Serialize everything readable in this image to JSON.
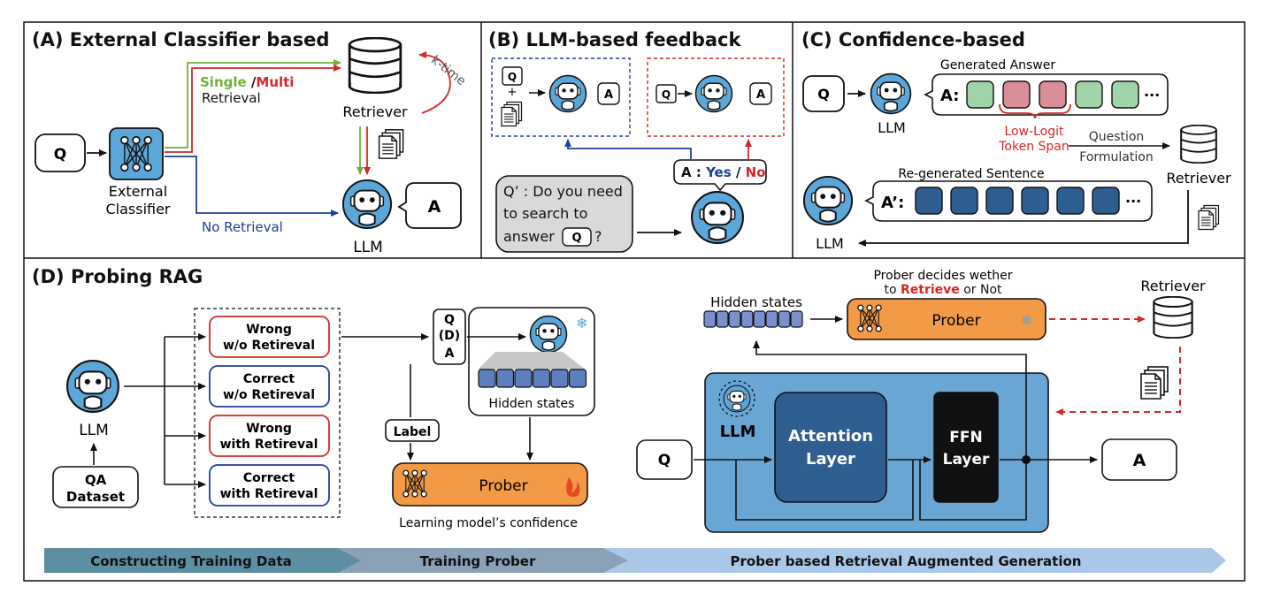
{
  "panel_a": {
    "title": "(A) External Classifier based",
    "q": "Q",
    "classifier": [
      "External",
      "Classifier"
    ],
    "single": "Single",
    "slash": " /",
    "multi": "Multi",
    "retrieval": "Retrieval",
    "retriever": "Retriever",
    "k_time": "k-time",
    "no_retrieval": "No Retrieval",
    "llm": "LLM",
    "a": "A"
  },
  "panel_b": {
    "title": "(B) LLM-based feedback",
    "q": "Q",
    "plus": "+",
    "a": "A",
    "ans_a": "A",
    "colon": " : ",
    "yes": "Yes",
    "slash": " / ",
    "no": "No",
    "question_lines": [
      "Q’ : Do you need",
      "to search to",
      "answer"
    ],
    "question_tail": "?"
  },
  "panel_c": {
    "title": "(C) Confidence-based",
    "q": "Q",
    "llm": "LLM",
    "generated": "Generated Answer",
    "a_label": "A:",
    "low_logit": [
      "Low-Logit",
      "Token Span"
    ],
    "question_formulation": [
      "Question",
      "Formulation"
    ],
    "retriever": "Retriever",
    "regenerated": "Re-generated Sentence",
    "a_prime": "A’:",
    "ellipsis": "···",
    "llm2": "LLM"
  },
  "panel_d": {
    "title": "(D) Probing RAG",
    "llm": "LLM",
    "qa_dataset": [
      "QA",
      "Dataset"
    ],
    "data_boxes": [
      {
        "lines": [
          "Wrong",
          "w/o Retireval"
        ],
        "color": "#d62728"
      },
      {
        "lines": [
          "Correct",
          "w/o Retireval"
        ],
        "color": "#1f3f99"
      },
      {
        "lines": [
          "Wrong",
          "with Retireval"
        ],
        "color": "#d62728"
      },
      {
        "lines": [
          "Correct",
          "with Retireval"
        ],
        "color": "#1f3f99"
      }
    ],
    "qda": [
      "Q",
      "(D)",
      "A"
    ],
    "hidden_states": "Hidden states",
    "label": "Label",
    "prober": "Prober",
    "learning": "Learning model’s confidence",
    "hidden_states_right": "Hidden states",
    "prober_decides_1": "Prober decides wether",
    "prober_decides_2a": "to ",
    "prober_decides_2b": "Retrieve",
    "prober_decides_2c": " or Not",
    "retriever": "Retriever",
    "prober_right": "Prober",
    "llm_inner": "LLM",
    "attention": [
      "Attention",
      "Layer"
    ],
    "ffn": [
      "FFN",
      "Layer"
    ],
    "q": "Q",
    "a": "A"
  },
  "bottom_bar": {
    "segments": [
      "Constructing Training Data",
      "Training Prober",
      "Prober based Retrieval Augmented Generation"
    ]
  },
  "colors": {
    "red": "#d62728",
    "green": "#6fb23a",
    "navy": "#1f3f99",
    "robot": "#5ba7d9",
    "prober": "#f39a47",
    "green_token": "#9fd3a8",
    "red_token": "#d98e97",
    "blue_token": "#2e5d8f",
    "llm_panel": "#6aa6d3",
    "attention": "#2e5d8f"
  }
}
